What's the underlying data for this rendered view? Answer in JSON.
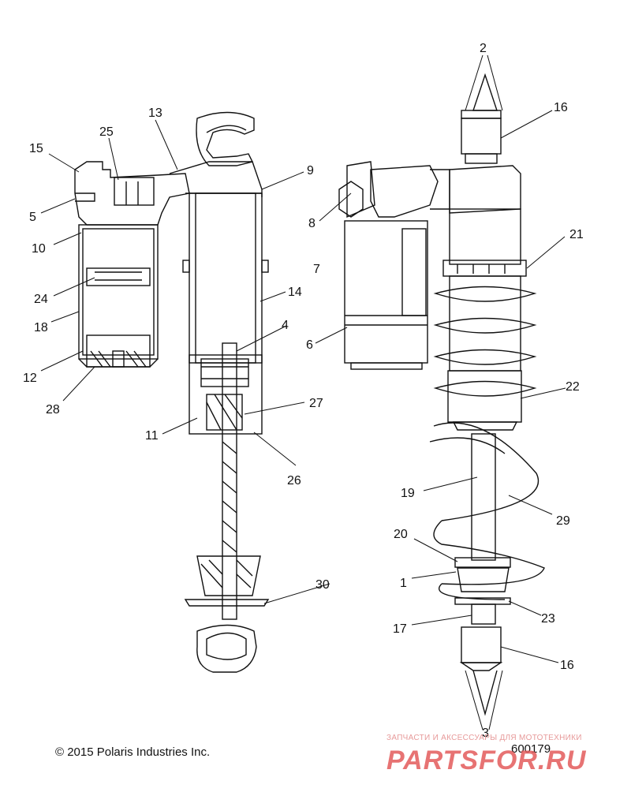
{
  "callouts": [
    {
      "id": "c2",
      "text": "2"
    },
    {
      "id": "c16a",
      "text": "16"
    },
    {
      "id": "c13",
      "text": "13"
    },
    {
      "id": "c25",
      "text": "25"
    },
    {
      "id": "c15",
      "text": "15"
    },
    {
      "id": "c9",
      "text": "9"
    },
    {
      "id": "c5",
      "text": "5"
    },
    {
      "id": "c8",
      "text": "8"
    },
    {
      "id": "c10",
      "text": "10"
    },
    {
      "id": "c21",
      "text": "21"
    },
    {
      "id": "c7",
      "text": "7"
    },
    {
      "id": "c24",
      "text": "24"
    },
    {
      "id": "c14",
      "text": "14"
    },
    {
      "id": "c18",
      "text": "18"
    },
    {
      "id": "c4",
      "text": "4"
    },
    {
      "id": "c6",
      "text": "6"
    },
    {
      "id": "c12",
      "text": "12"
    },
    {
      "id": "c22",
      "text": "22"
    },
    {
      "id": "c28",
      "text": "28"
    },
    {
      "id": "c27",
      "text": "27"
    },
    {
      "id": "c11",
      "text": "11"
    },
    {
      "id": "c26",
      "text": "26"
    },
    {
      "id": "c19",
      "text": "19"
    },
    {
      "id": "c29",
      "text": "29"
    },
    {
      "id": "c20",
      "text": "20"
    },
    {
      "id": "c1",
      "text": "1"
    },
    {
      "id": "c30",
      "text": "30"
    },
    {
      "id": "c23",
      "text": "23"
    },
    {
      "id": "c17",
      "text": "17"
    },
    {
      "id": "c16b",
      "text": "16"
    },
    {
      "id": "c3",
      "text": "3"
    }
  ],
  "footer": {
    "copyright": "© 2015 Polaris Industries Inc.",
    "drawing_number": "600179"
  },
  "watermark": {
    "tagline": "ЗАПЧАСТИ И АКСЕССУАРЫ ДЛЯ МОТОТЕХНИКИ",
    "logo": "PARTSFOR.RU"
  },
  "colors": {
    "line": "#111111",
    "watermark": "#e35b5b"
  }
}
